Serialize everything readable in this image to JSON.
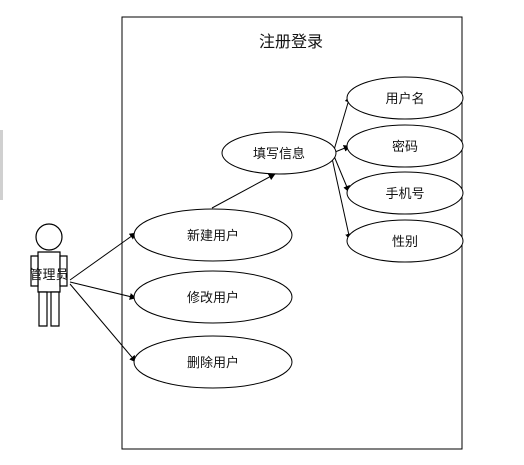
{
  "diagram": {
    "system_title": "注册登录",
    "actor": {
      "label": "管理员"
    },
    "use_cases": {
      "create_user": "新建用户",
      "edit_user": "修改用户",
      "delete_user": "删除用户",
      "fill_info": "填写信息",
      "username": "用户名",
      "password": "密码",
      "phone": "手机号",
      "gender": "性别"
    },
    "colors": {
      "stroke": "#000000",
      "background": "#ffffff",
      "edge_blur": "#bdbdbd"
    }
  }
}
